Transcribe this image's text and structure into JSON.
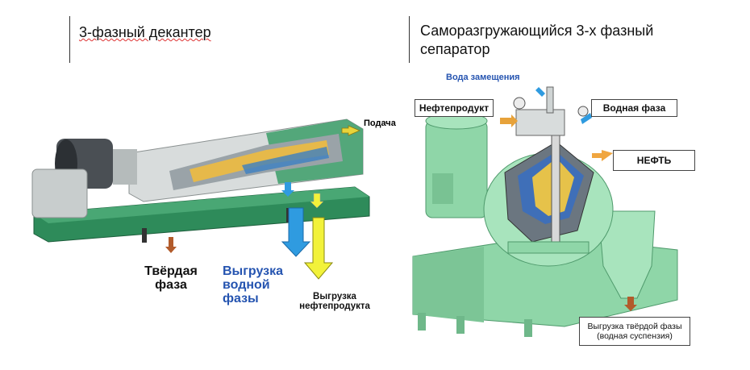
{
  "left_panel": {
    "title": "3-фазный декантер",
    "feed_label": "Подача",
    "solid_phase_label": "Твёрдая фаза",
    "water_discharge_label": "Выгрузка водной фазы",
    "oil_discharge_label": "Выгрузка нефтепродукта"
  },
  "right_panel": {
    "title": "Саморазгружающийся 3-х фазный сепаратор",
    "replacement_water_label": "Вода замещения",
    "oil_product_label": "Нефтепродукт",
    "water_phase_label": "Водная фаза",
    "oil_label": "НЕФТЬ",
    "solid_discharge_label": "Выгрузка твёрдой фазы (водная суспензия)"
  },
  "colors": {
    "machine_green": "#2e8b5a",
    "separator_green": "#8fd6a8",
    "water_arrow_blue": "#2f9be0",
    "oil_arrow_yellow": "#f2f23a",
    "solid_arrow_brown": "#b25b2b",
    "water_label_blue": "#2554b0"
  }
}
